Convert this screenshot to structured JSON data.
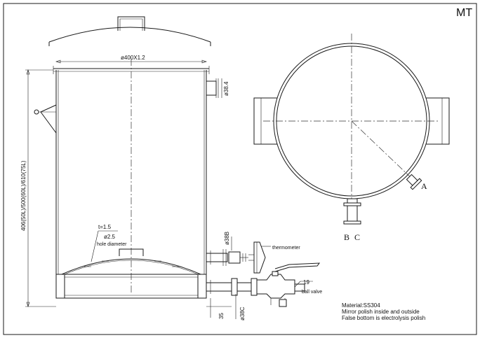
{
  "drawing": {
    "model_code": "MT",
    "dimensions": {
      "vessel_diameter": "ø400X1.2",
      "top_fitting": "ø38.4",
      "side_fitting": "ø38B",
      "bottom_fitting": "ø38C",
      "bottom_offset": "35",
      "heights": "406(50L)/500(60L)/610(75L)",
      "thickness": "t=1.5",
      "hole_size": "ø2.5",
      "valve_size": "19"
    },
    "labels": {
      "hole": "hole diameter",
      "thermometer": "thermometer",
      "valve": "ball valve"
    },
    "ports": {
      "a": "A",
      "b": "B",
      "c": "C"
    },
    "notes": [
      "Material:SS304",
      "Mirror polish inside and outside",
      "False bottom is electrolysis polish"
    ]
  }
}
